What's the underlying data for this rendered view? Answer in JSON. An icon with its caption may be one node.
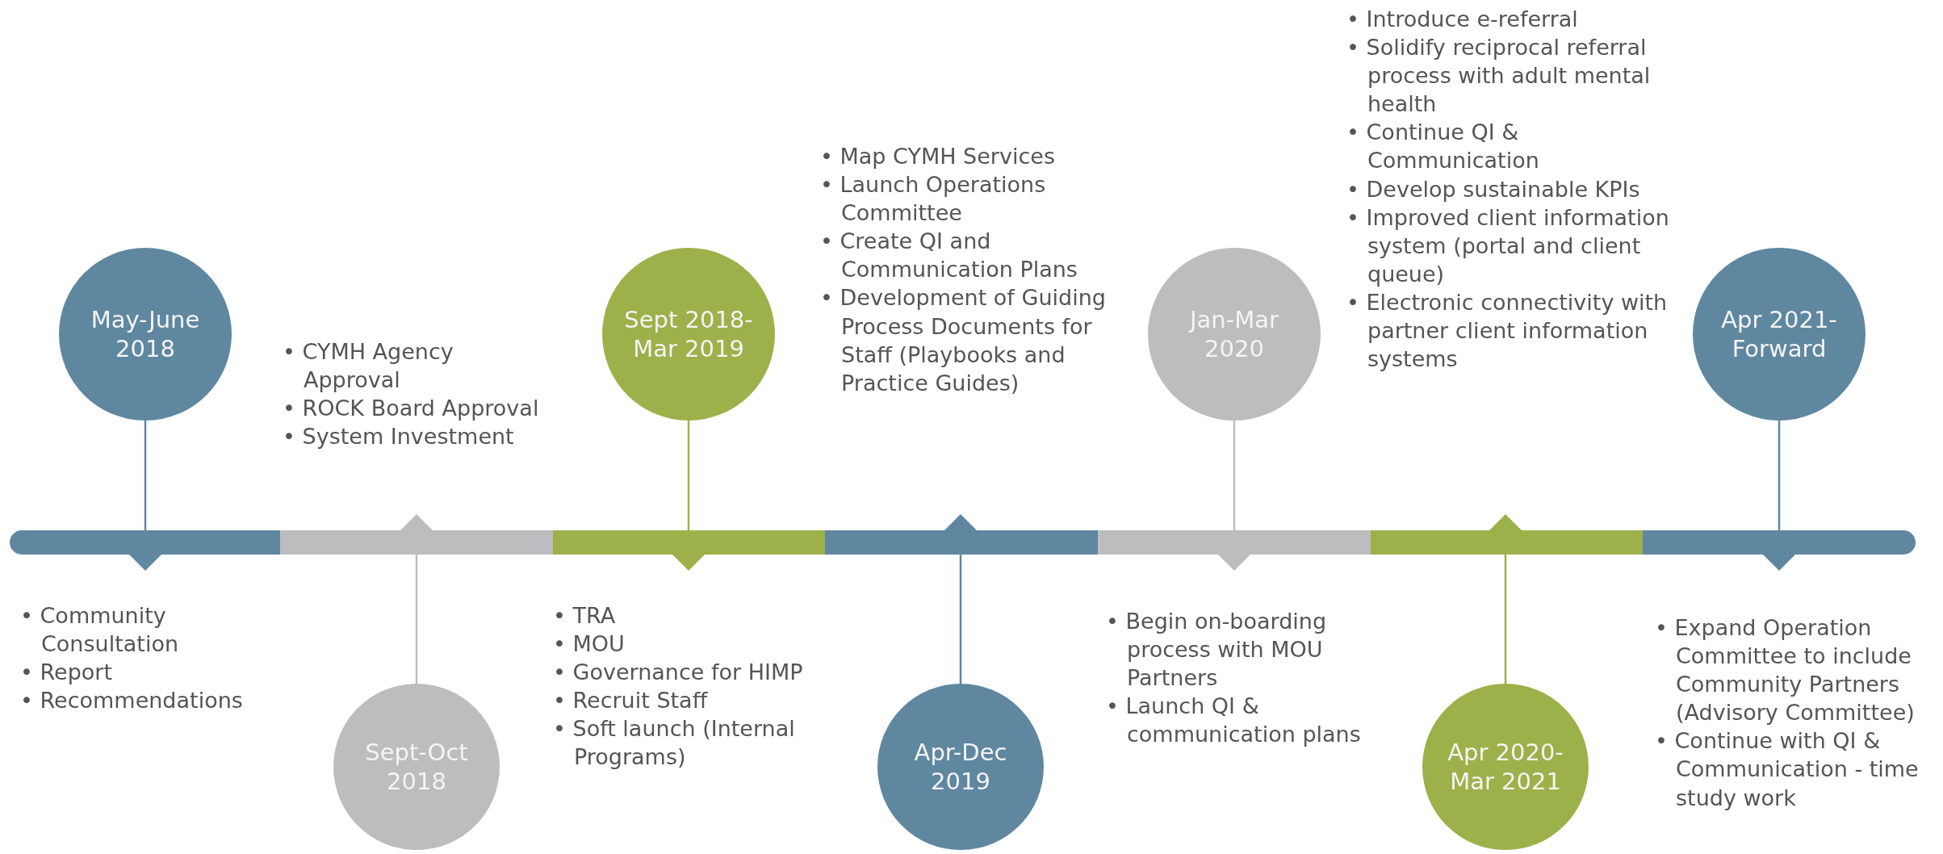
{
  "diagram": {
    "nodes": [
      {
        "text": [
          "May-June 2018"
        ],
        "beside": [
          "• Community Consultation",
          "• Report",
          "• Recommendations"
        ]
      },
      {
        "text": [
          "Sept-Oct 2018"
        ],
        "beside": [
          "• CYMH Agency Approval",
          "• ROCK Board Approval",
          "• System Investment"
        ]
      },
      {
        "text": [
          "Sept 2018-Mar 2019"
        ],
        "beside": [
          "• TRA",
          "• MOU",
          "• Governance for HIMP",
          "• Recruit Staff",
          "• Soft launch (Internal Programs)"
        ]
      },
      {
        "text": [
          "Apr-Dec 2019"
        ],
        "beside": [
          "• Map CYMH Services",
          "• Launch Operations Committee",
          "• Create QI and Communication Plans",
          "• Development of Guiding Process Documents for Staff (Playbooks and Practice Guides)"
        ]
      },
      {
        "text": [
          "Jan-Mar 2020"
        ],
        "beside": [
          "• Begin on-boarding process with MOU Partners",
          "• Launch QI & communication plans"
        ]
      },
      {
        "text": [
          "Apr 2020-Mar 2021"
        ],
        "beside": [
          "• Introduce e-referral",
          "• Solidify reciprocal referral process with adult mental health",
          "• Continue QI & Communication",
          "• Develop sustainable KPIs",
          "• Improved client information system (portal and client queue)",
          "• Electronic connectivity with partner client information systems"
        ]
      },
      {
        "text": [
          "Apr 2021-Forward"
        ],
        "beside": [
          "• Expand Operation Committee to include Community Partners (Advisory Committee)",
          "• Continue with QI & Communication - time study work"
        ]
      },
      {
        "text": [],
        "shape": "bar"
      },
      {
        "text": [],
        "shape": "bar"
      },
      {
        "text": [],
        "shape": "bar"
      },
      {
        "text": [],
        "shape": "bar"
      },
      {
        "text": [],
        "shape": "bar"
      },
      {
        "text": [],
        "shape": "bar"
      },
      {
        "text": [],
        "shape": "bar"
      }
    ],
    "edges": [
      {
        "from": 0,
        "to": 7,
        "arrow": "none"
      },
      {
        "from": 1,
        "to": 8,
        "arrow": "none",
        "color": "#bdbdc0"
      },
      {
        "from": 2,
        "to": 9,
        "arrow": "none",
        "color": "#9db14a"
      },
      {
        "from": 3,
        "to": 10,
        "arrow": "none"
      },
      {
        "from": 4,
        "to": 11,
        "arrow": "none",
        "color": "#bdbdc0"
      },
      {
        "from": 5,
        "to": 12,
        "arrow": "none",
        "color": "#9db14a"
      },
      {
        "from": 6,
        "to": 13,
        "arrow": "none"
      }
    ]
  }
}
